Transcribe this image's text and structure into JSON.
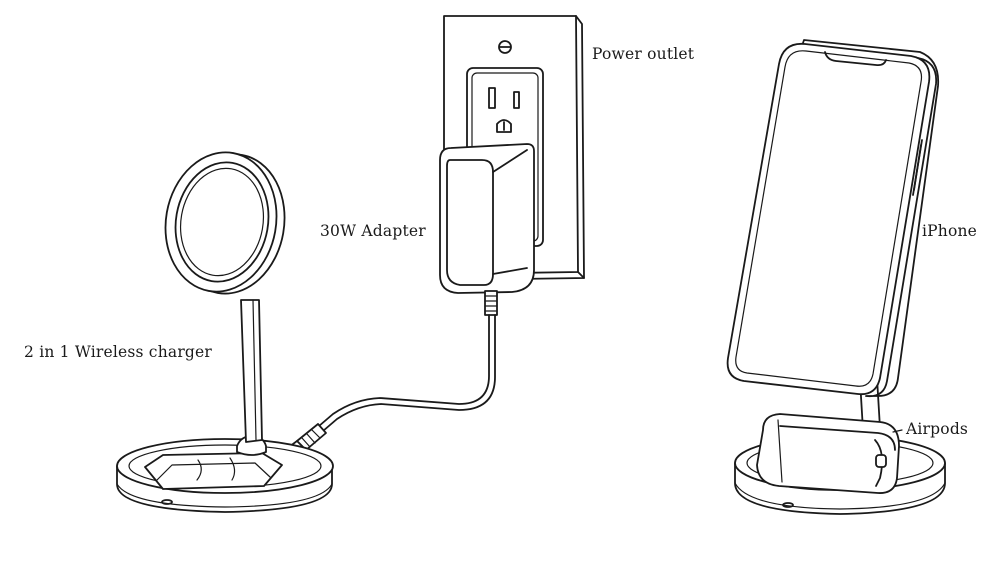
{
  "labels": {
    "power_outlet": "Power outlet",
    "adapter": "30W Adapter",
    "charger": "2 in 1 Wireless charger",
    "iphone": "iPhone",
    "airpods": "Airpods"
  },
  "colors": {
    "line": "#1a1a1a",
    "background": "#ffffff"
  }
}
